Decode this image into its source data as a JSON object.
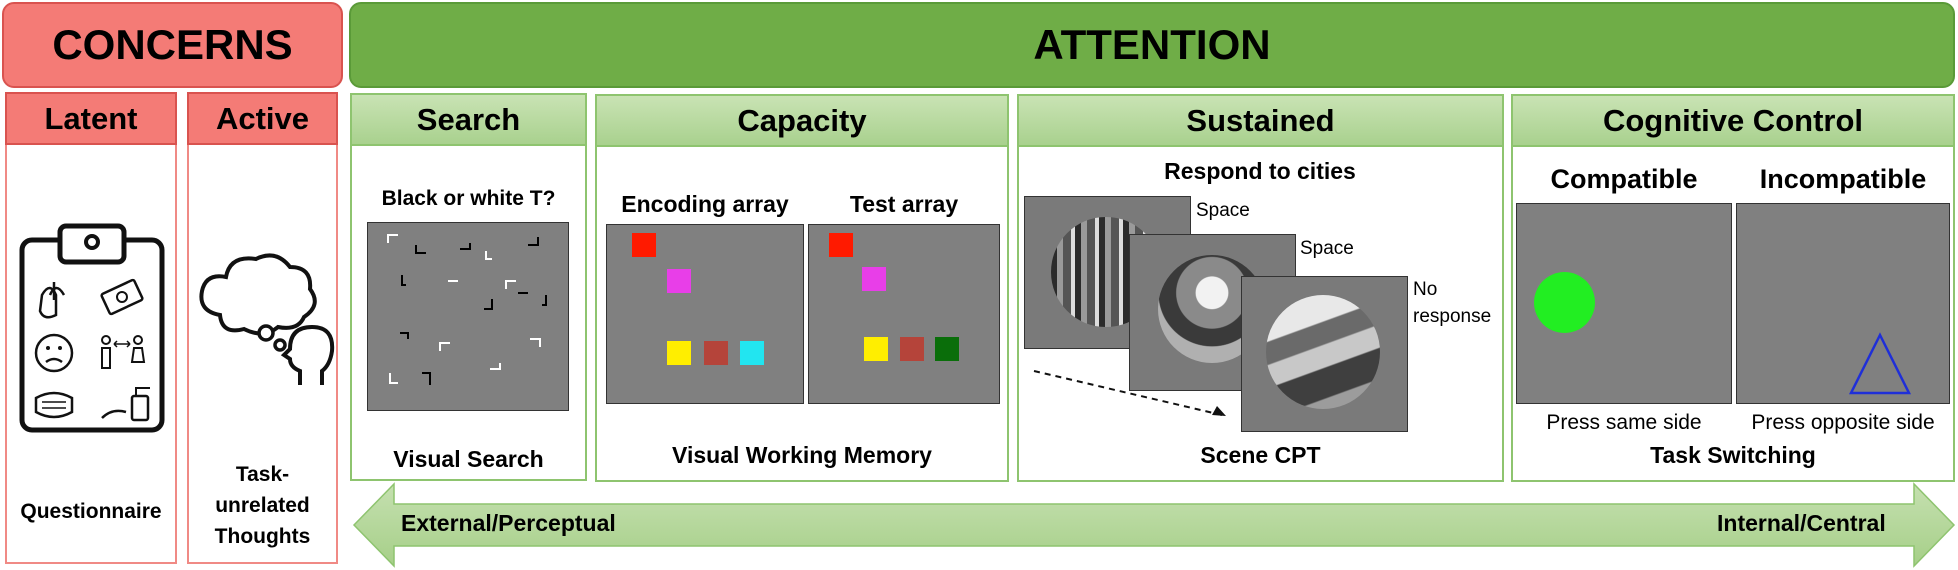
{
  "concerns": {
    "title": "CONCERNS",
    "latent": {
      "header": "Latent",
      "label": "Questionnaire"
    },
    "active": {
      "header": "Active",
      "label_lines": [
        "Task-",
        "unrelated",
        "Thoughts"
      ]
    }
  },
  "attention": {
    "title": "ATTENTION",
    "search": {
      "header": "Search",
      "question": "Black or white T?",
      "label": "Visual Search"
    },
    "capacity": {
      "header": "Capacity",
      "encoding": "Encoding array",
      "test": "Test array",
      "label": "Visual Working Memory"
    },
    "sustained": {
      "header": "Sustained",
      "instruction": "Respond to cities",
      "resp1": "Space",
      "resp2": "Space",
      "resp3_lines": [
        "No",
        "response"
      ],
      "label": "Scene CPT"
    },
    "control": {
      "header": "Cognitive Control",
      "compatible": "Compatible",
      "incompatible": "Incompatible",
      "same": "Press same side",
      "opposite": "Press opposite side",
      "label": "Task Switching"
    }
  },
  "continuum": {
    "left": "External/Perceptual",
    "right": "Internal/Central"
  },
  "colors": {
    "concern_red": "#f47b76",
    "attention_green": "#6fad47",
    "capacity_squares": [
      "#ff1a00",
      "#e83ee8",
      "#ffee00",
      "#b5443a",
      "#22e5f0",
      "#0a6e0a"
    ]
  }
}
